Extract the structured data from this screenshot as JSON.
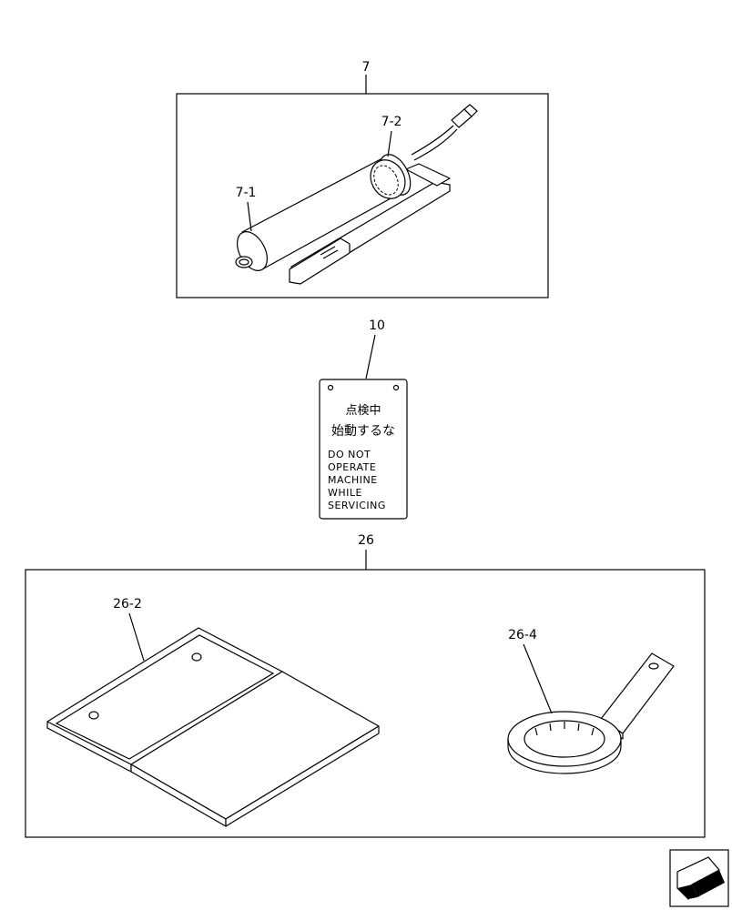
{
  "callouts": {
    "c7": "7",
    "c7_1": "7-1",
    "c7_2": "7-2",
    "c10": "10",
    "c26": "26",
    "c26_2": "26-2",
    "c26_4": "26-4"
  },
  "tag": {
    "jp_line1": "点検中",
    "jp_line2": "始動するな",
    "en_lines": [
      "DO NOT",
      "OPERATE",
      "MACHINE",
      "WHILE",
      "SERVICING"
    ]
  },
  "icons": {
    "grease_gun": "grease-gun-icon",
    "warning_tag": "warning-tag-icon",
    "cover_sheet": "cover-sheet-icon",
    "ring_wrench": "ring-wrench-icon",
    "next_page": "next-page-arrow-icon"
  }
}
